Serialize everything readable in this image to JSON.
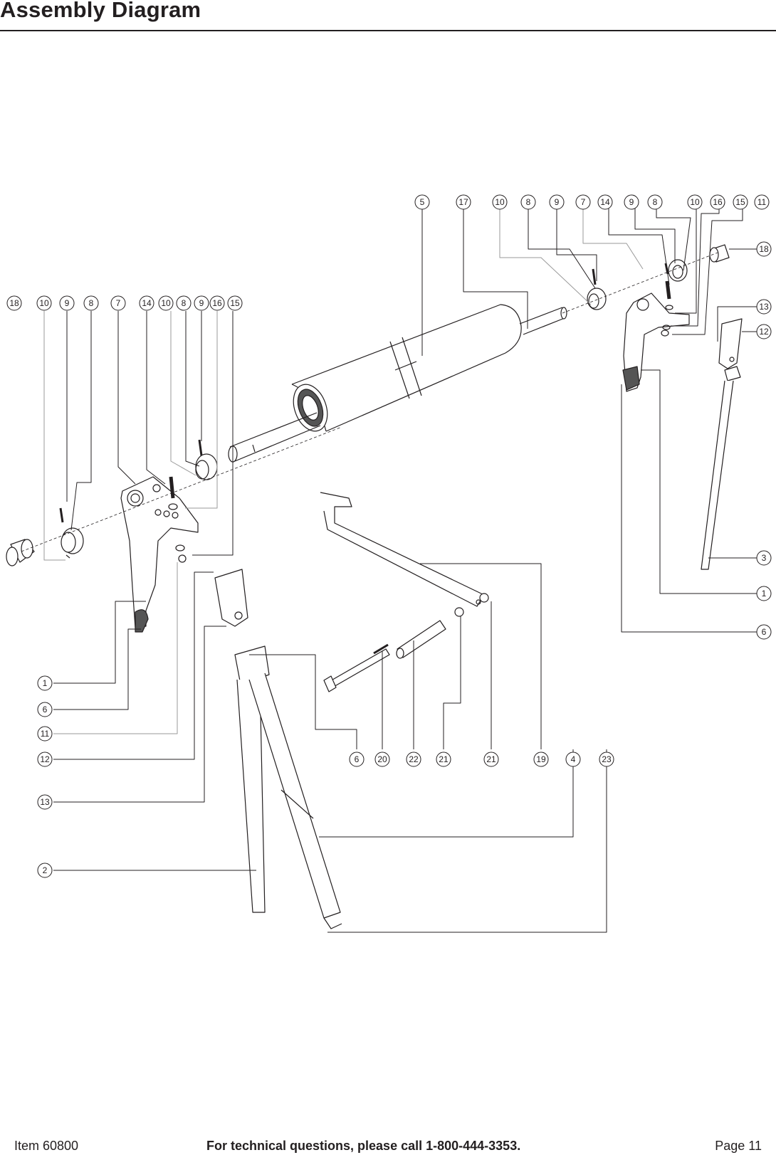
{
  "page": {
    "title": "Assembly Diagram",
    "footer_left": "Item 60800",
    "footer_center": "For technical questions, please call 1-800-444-3353.",
    "footer_right": "Page 11"
  },
  "diagram": {
    "callouts_top": [
      "5",
      "17",
      "10",
      "8",
      "9",
      "7",
      "14",
      "9",
      "8",
      "10",
      "16",
      "15",
      "11"
    ],
    "callouts_left_top": [
      "18",
      "10",
      "9",
      "8",
      "7",
      "14",
      "10",
      "8",
      "9",
      "16",
      "15"
    ],
    "callouts_right": [
      "18",
      "13",
      "12",
      "3",
      "1",
      "6"
    ],
    "callouts_left_bottom": [
      "1",
      "6",
      "11",
      "12",
      "13",
      "2"
    ],
    "callouts_bottom": [
      "6",
      "20",
      "22",
      "21",
      "21",
      "19",
      "4",
      "23"
    ]
  }
}
